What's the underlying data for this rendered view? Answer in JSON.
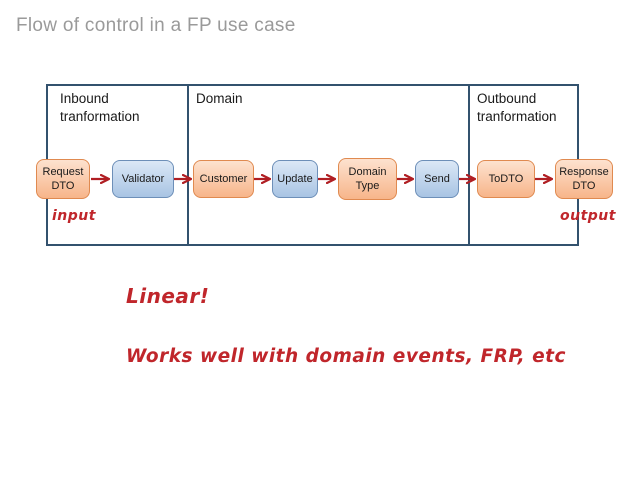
{
  "title": "Flow of control in a FP use case",
  "regions": {
    "inbound": "Inbound\ntranformation",
    "domain": "Domain",
    "outbound": "Outbound\ntranformation"
  },
  "nodes": {
    "request_dto": "Request\nDTO",
    "validator": "Validator",
    "customer": "Customer",
    "update": "Update",
    "domain_type": "Domain\nType",
    "send": "Send",
    "todto": "ToDTO",
    "response_dto": "Response\nDTO"
  },
  "annotations": {
    "input": "input",
    "output": "output",
    "linear": "Linear!",
    "works_well": "Works well with domain events, FRP, etc"
  },
  "colors": {
    "region_border": "#33526e",
    "orange_node": "#f7b58a",
    "blue_node": "#a8c4e3",
    "arrow": "#b01e23",
    "handwriting": "#c0262b"
  }
}
